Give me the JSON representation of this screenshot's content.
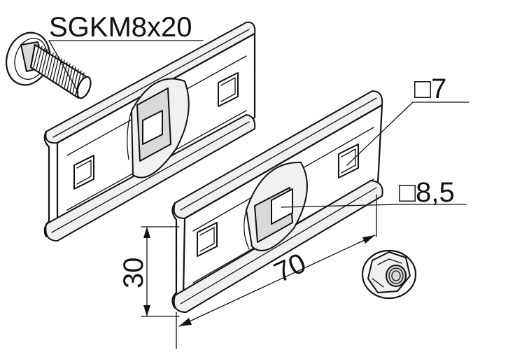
{
  "labels": {
    "bolt": "SGKM8x20",
    "square_hole_small": "□7",
    "square_hole_large": "□8,5",
    "height_dim": "30",
    "length_dim": "70"
  }
}
